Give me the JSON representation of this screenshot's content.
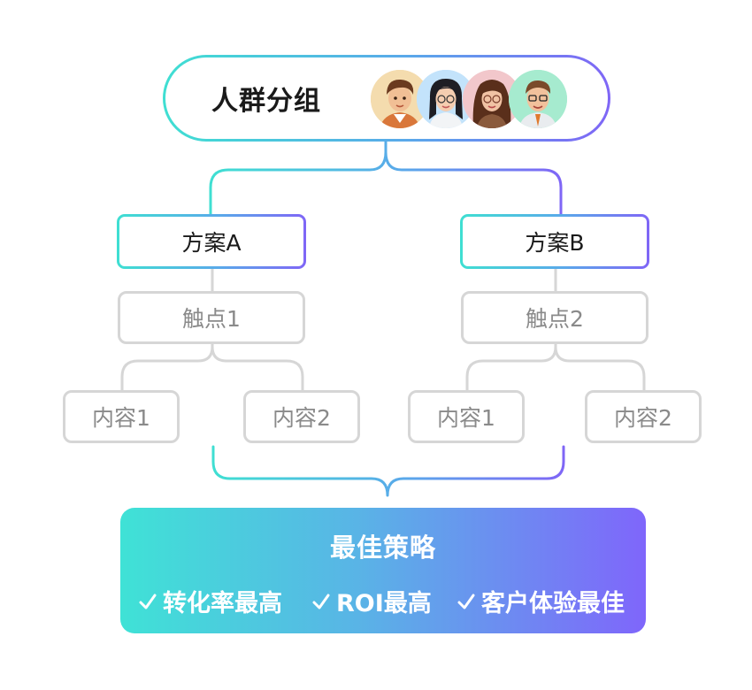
{
  "colors": {
    "gradient_start": "#3fdfd2",
    "gradient_mid": "#5aa8ea",
    "gradient_end": "#7f66f6",
    "gray_border": "#d6d6d6",
    "gray_text": "#8a8a8a"
  },
  "top": {
    "title": "人群分组",
    "avatars": [
      "avatar-man-brown-hair",
      "avatar-woman-glasses",
      "avatar-woman-long-hair",
      "avatar-man-glasses"
    ]
  },
  "plans": [
    {
      "label": "方案A",
      "touchpoint": "触点1",
      "contents": [
        "内容1",
        "内容2"
      ]
    },
    {
      "label": "方案B",
      "touchpoint": "触点2",
      "contents": [
        "内容1",
        "内容2"
      ]
    }
  ],
  "result": {
    "title": "最佳策略",
    "items": [
      "转化率最高",
      "ROI最高",
      "客户体验最佳"
    ],
    "check_icon": "check-icon"
  }
}
